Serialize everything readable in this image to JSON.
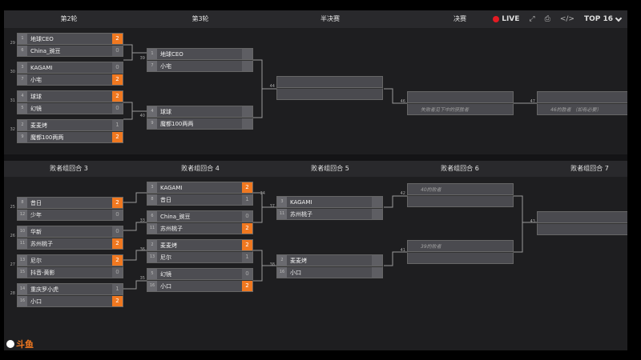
{
  "rounds_top": [
    "第2轮",
    "第3轮",
    "半决赛",
    "决赛"
  ],
  "rounds_bottom": [
    "败者组回合 3",
    "败者组回合 4",
    "败者组回合 5",
    "败者组回合 6",
    "败者组回合 7"
  ],
  "toolbar": {
    "live": "LIVE",
    "view": "TOP 16"
  },
  "colors": {
    "accent": "#f07820",
    "live": "#e41b23"
  },
  "matches": {
    "m29": {
      "num": "29",
      "p1": {
        "seed": "1",
        "name": "地球CEO",
        "score": "2"
      },
      "p2": {
        "seed": "6",
        "name": "China_豌豆",
        "score": "0"
      }
    },
    "m30": {
      "num": "30",
      "p1": {
        "seed": "3",
        "name": "KAGAMI",
        "score": "0"
      },
      "p2": {
        "seed": "7",
        "name": "小宅",
        "score": "2"
      }
    },
    "m31": {
      "num": "31",
      "p1": {
        "seed": "4",
        "name": "球球",
        "score": "2"
      },
      "p2": {
        "seed": "5",
        "name": "幻镜",
        "score": "0"
      }
    },
    "m32": {
      "num": "32",
      "p1": {
        "seed": "2",
        "name": "麦麦烤",
        "score": "1"
      },
      "p2": {
        "seed": "9",
        "name": "魔都100两两",
        "score": "2"
      }
    },
    "m39": {
      "num": "39",
      "p1": {
        "seed": "1",
        "name": "地球CEO",
        "score": ""
      },
      "p2": {
        "seed": "7",
        "name": "小宅",
        "score": ""
      }
    },
    "m40": {
      "num": "40",
      "p1": {
        "seed": "4",
        "name": "球球",
        "score": ""
      },
      "p2": {
        "seed": "9",
        "name": "魔都100两两",
        "score": ""
      }
    },
    "m44": {
      "num": "44"
    },
    "m46": {
      "num": "46",
      "p1": {
        "name": "失败者见下中的获胜者"
      }
    },
    "m47": {
      "num": "47",
      "p1": {
        "name": "46的胜者 （如有必要）"
      }
    },
    "m25": {
      "num": "25",
      "p1": {
        "seed": "8",
        "name": "昔日",
        "score": "2"
      },
      "p2": {
        "seed": "12",
        "name": "少年",
        "score": "0"
      }
    },
    "m26": {
      "num": "26",
      "p1": {
        "seed": "10",
        "name": "华新",
        "score": "0"
      },
      "p2": {
        "seed": "11",
        "name": "苏州桃子",
        "score": "2"
      }
    },
    "m27": {
      "num": "27",
      "p1": {
        "seed": "13",
        "name": "尼尔",
        "score": "2"
      },
      "p2": {
        "seed": "15",
        "name": "抖音-黄影",
        "score": "0"
      }
    },
    "m28": {
      "num": "28",
      "p1": {
        "seed": "14",
        "name": "重庆罗小虎",
        "score": "1"
      },
      "p2": {
        "seed": "16",
        "name": "小口",
        "score": "2"
      }
    },
    "m34": {
      "num": "34",
      "p1": {
        "seed": "3",
        "name": "KAGAMI",
        "score": "2"
      },
      "p2": {
        "seed": "8",
        "name": "昔日",
        "score": "1"
      }
    },
    "m33": {
      "num": "33",
      "p1": {
        "seed": "6",
        "name": "China_豌豆",
        "score": "0"
      },
      "p2": {
        "seed": "11",
        "name": "苏州桃子",
        "score": "2"
      }
    },
    "m36": {
      "num": "36",
      "p1": {
        "seed": "2",
        "name": "麦麦烤",
        "score": "2"
      },
      "p2": {
        "seed": "13",
        "name": "尼尔",
        "score": "1"
      }
    },
    "m35": {
      "num": "35",
      "p1": {
        "seed": "5",
        "name": "幻镜",
        "score": "0"
      },
      "p2": {
        "seed": "16",
        "name": "小口",
        "score": "2"
      }
    },
    "m37": {
      "num": "37",
      "p1": {
        "seed": "3",
        "name": "KAGAMI",
        "score": ""
      },
      "p2": {
        "seed": "11",
        "name": "苏州桃子",
        "score": ""
      }
    },
    "m38": {
      "num": "38",
      "p1": {
        "seed": "2",
        "name": "麦麦烤",
        "score": ""
      },
      "p2": {
        "seed": "16",
        "name": "小口",
        "score": ""
      }
    },
    "m42": {
      "num": "42",
      "p1": {
        "name": "40的败者"
      }
    },
    "m41": {
      "num": "41",
      "p1": {
        "name": "39的败者"
      }
    },
    "m43": {
      "num": "43"
    }
  },
  "logo": {
    "text": "斗鱼"
  }
}
